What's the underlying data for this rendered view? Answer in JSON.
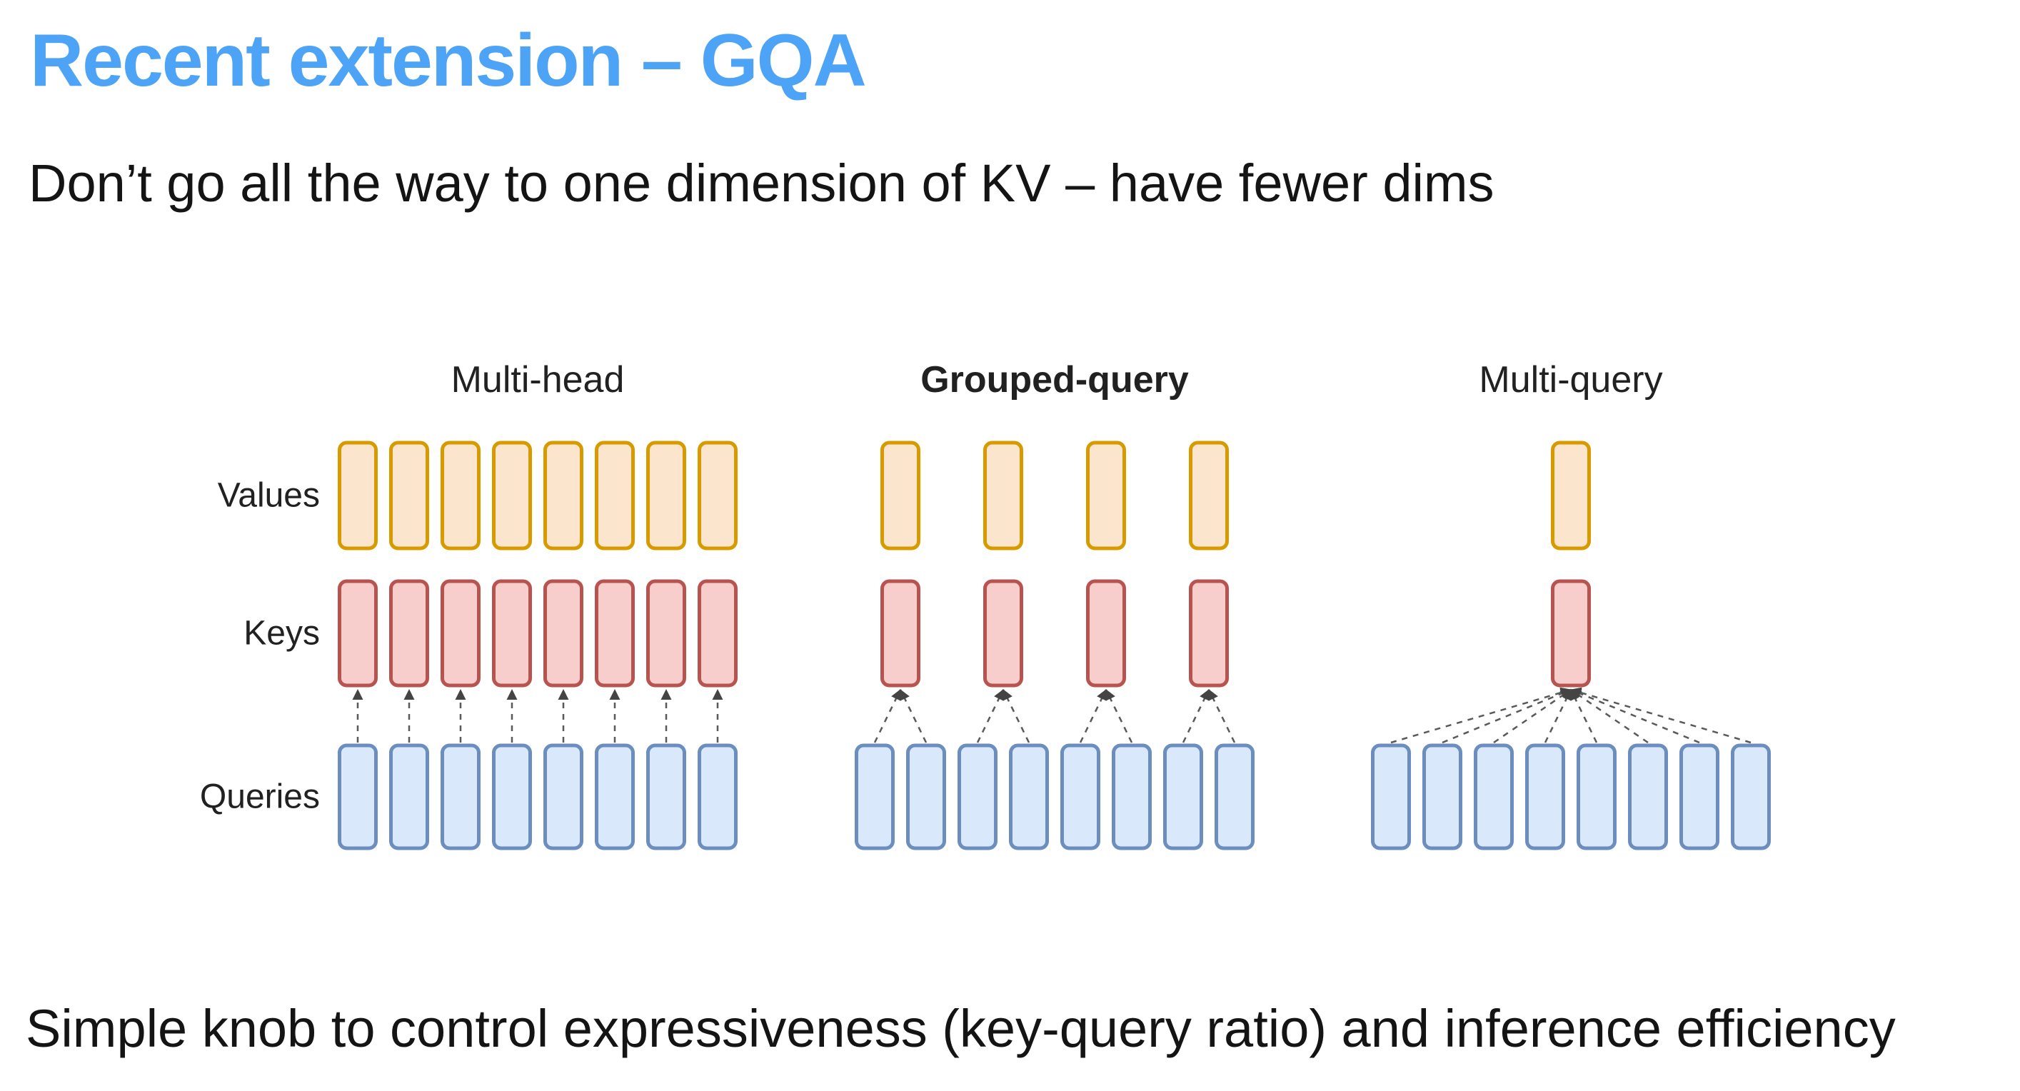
{
  "slide": {
    "title": "Recent extension – GQA",
    "subtitle": "Don’t go all the way to one dimension of KV – have fewer dims",
    "footnote": "Simple knob to control expressiveness (key-query ratio) and inference efficiency",
    "accent_color": "#4DA3F5"
  },
  "diagram": {
    "row_labels": [
      "Values",
      "Keys",
      "Queries"
    ],
    "colors": {
      "values": {
        "fill": "#FCE5CD",
        "stroke": "#D79B00"
      },
      "keys": {
        "fill": "#F8CECC",
        "stroke": "#B85450"
      },
      "queries": {
        "fill": "#DAE8FC",
        "stroke": "#6C8EBF"
      },
      "connector": "#595959",
      "arrow": "#444444"
    },
    "groups": [
      {
        "label": "Multi-head",
        "bold": false,
        "num_values": 8,
        "num_keys": 8,
        "num_queries": 8,
        "queries_per_key": 1
      },
      {
        "label": "Grouped-query",
        "bold": true,
        "num_values": 4,
        "num_keys": 4,
        "num_queries": 8,
        "queries_per_key": 2
      },
      {
        "label": "Multi-query",
        "bold": false,
        "num_values": 1,
        "num_keys": 1,
        "num_queries": 8,
        "queries_per_key": 8
      }
    ]
  }
}
